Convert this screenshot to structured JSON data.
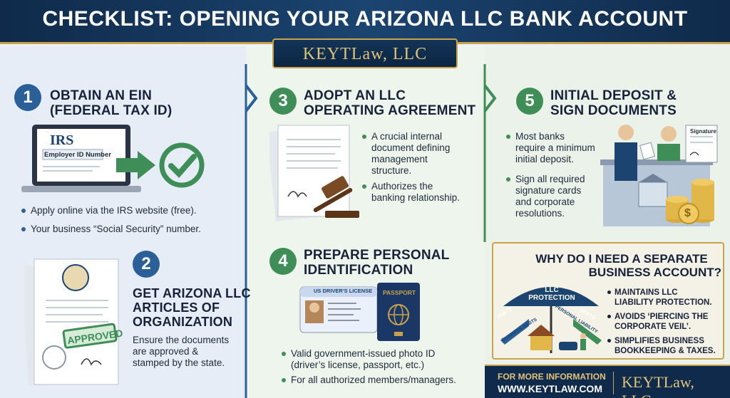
{
  "header": {
    "title": "CHECKLIST: OPENING YOUR ARIZONA LLC BANK ACCOUNT"
  },
  "brand": {
    "name": "KEYTLaw, LLC"
  },
  "steps": [
    {
      "number": "1",
      "title_line1": "OBTAIN AN EIN",
      "title_line2": "(FEDERAL TAX ID)",
      "illustration": {
        "logo": "IRS",
        "field": "Employer ID Number"
      },
      "bullets": [
        "Apply online via the IRS website (free).",
        "Your business “Social Security” number."
      ]
    },
    {
      "number": "2",
      "title_line1": "GET ARIZONA LLC",
      "title_line2": "ARTICLES OF",
      "title_line3": "ORGANIZATION",
      "illustration": {
        "stamp": "APPROVED"
      },
      "text_line1": "Ensure the documents",
      "text_line2": "are approved &",
      "text_line3": "stamped by the state."
    },
    {
      "number": "3",
      "title_line1": "ADOPT AN LLC",
      "title_line2": "OPERATING AGREEMENT",
      "bullets": [
        {
          "l1": "A crucial internal",
          "l2": "document defining",
          "l3": "management",
          "l4": "structure."
        },
        {
          "l1": "Authorizes the",
          "l2": "banking relationship."
        }
      ]
    },
    {
      "number": "4",
      "title_line1": "PREPARE PERSONAL",
      "title_line2": "IDENTIFICATION",
      "illustration": {
        "license": "US DRIVER'S LICENSE",
        "passport": "PASSPORT"
      },
      "bullets": [
        {
          "l1": "Valid government-issued photo ID",
          "l2": "(driver’s license, passport, etc.)"
        },
        {
          "l1": "For all authorized members/managers."
        }
      ]
    },
    {
      "number": "5",
      "title_line1": "INITIAL DEPOSIT &",
      "title_line2": "SIGN DOCUMENTS",
      "illustration": {
        "doc": "Signature"
      },
      "bullets": [
        {
          "l1": "Most banks",
          "l2": "require a minimum",
          "l3": "initial deposit."
        },
        {
          "l1": "Sign all required",
          "l2": "signature cards",
          "l3": "and corporate",
          "l4": "resolutions."
        }
      ]
    }
  ],
  "why": {
    "title_line1": "WHY DO I NEED A SEPARATE",
    "title_line2": "BUSINESS ACCOUNT?",
    "umbrella_l1": "LLC",
    "umbrella_l2": "PROTECTION",
    "arrows": [
      "DEBTS",
      "BUSINESS DEBTS",
      "PERSONAL LIABILITY",
      "DEBTS"
    ],
    "items": [
      {
        "l1": "MAINTAINS LLC",
        "l2": "LIABILITY PROTECTION."
      },
      {
        "l1": "AVOIDS ‘PIERCING THE",
        "l2": "CORPORATE VEIL’."
      },
      {
        "l1": "SIMPLIFIES BUSINESS",
        "l2": "BOOKKEEPING & TAXES."
      }
    ]
  },
  "footer": {
    "line1": "FOR MORE INFORMATION",
    "line2": "WWW.KEYTLAW.COM",
    "brand": "KEYTLaw, LLC."
  },
  "colors": {
    "navy": "#0f2a4a",
    "gold": "#c9a24b",
    "blue": "#2a5f97",
    "green": "#3f8e58"
  }
}
